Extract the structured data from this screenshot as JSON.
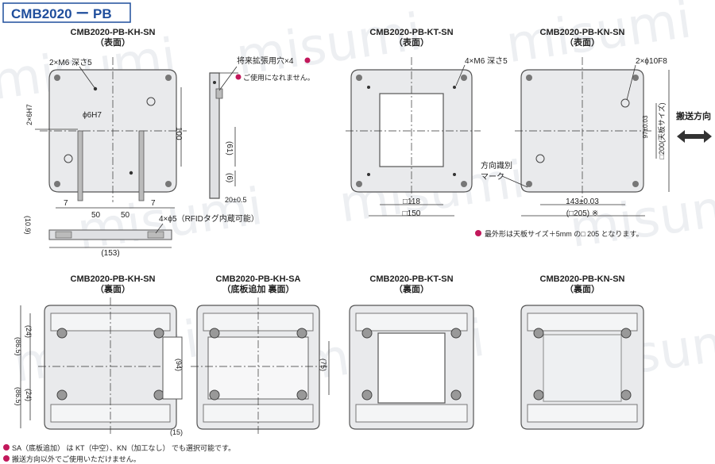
{
  "header": {
    "title": "CMB2020 ー PB"
  },
  "watermark": {
    "text": "misumi"
  },
  "top_views": {
    "kh_sn": {
      "title": "CMB2020-PB-KH-SN",
      "subtitle": "（表面）",
      "labels": {
        "m6": "2×M6 深さ5",
        "pin_hole": "ϕ6H7",
        "pin_left": "2×6H7",
        "dim_100": "100",
        "dim_7a": "7",
        "dim_50a": "50",
        "dim_50b": "50",
        "dim_7b": "7"
      }
    },
    "side": {
      "future_holes": "将来拡張用穴×4",
      "not_usable": "ご使用になれません。",
      "dim_61": "(61)",
      "dim_6": "(6)",
      "dim_20": "20±0.5",
      "dim_109": "(10.9)",
      "dim_153": "(153)",
      "rfid": "4×ϕ5（RFIDタグ内蔵可能）"
    },
    "kt_sn": {
      "title": "CMB2020-PB-KT-SN",
      "subtitle": "（表面）",
      "labels": {
        "m6": "4×M6 深さ5",
        "dim_118": "□118",
        "dim_150": "□150"
      }
    },
    "kn_sn": {
      "title": "CMB2020-PB-KN-SN",
      "subtitle": "（表面）",
      "labels": {
        "pin": "2×ϕ10F8",
        "mark": "方向識別マーク",
        "mark_line1": "方向識別",
        "mark_line2": "マーク",
        "dim_97": "97±0.03",
        "dim_200": "□200(天板サイズ)",
        "dim_143": "143±0.03",
        "dim_205": "(□205) ※"
      }
    },
    "transport": "搬送方向",
    "note_size": "最外形は天板サイズ＋5mm の□ 205 となります。"
  },
  "bottom_views": {
    "kh_sn": {
      "title": "CMB2020-PB-KH-SN",
      "subtitle": "（裏面）",
      "labels": {
        "dim_865a": "(86.5)",
        "dim_24a": "(24)",
        "dim_865b": "(86.5)",
        "dim_24b": "(24)",
        "dim_94": "(94)",
        "dim_15": "(15)"
      }
    },
    "kh_sa": {
      "title": "CMB2020-PB-KH-SA",
      "subtitle": "（底板追加 裏面）",
      "labels": {
        "dim_75": "(75)"
      }
    },
    "kt_sn": {
      "title": "CMB2020-PB-KT-SN",
      "subtitle": "（裏面）"
    },
    "kn_sn": {
      "title": "CMB2020-PB-KN-SN",
      "subtitle": "（裏面）"
    }
  },
  "footnotes": [
    "SA（底板追加） は KT（中空）、KN（加工なし） でも選択可能です。",
    "搬送方向以外でご使用いただけません。"
  ],
  "colors": {
    "accent": "#1f4e9c",
    "note_icon": "#c2185b",
    "plate": "#e9eaec"
  }
}
